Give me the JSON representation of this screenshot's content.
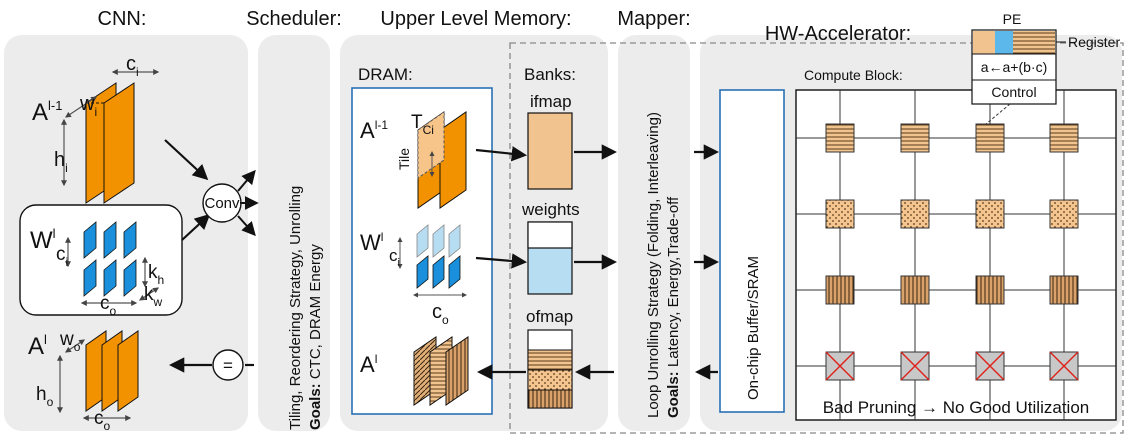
{
  "headers": {
    "cnn": "CNN:",
    "scheduler": "Scheduler:",
    "upper_memory": "Upper Level Memory:",
    "mapper": "Mapper:",
    "hw_accelerator": "HW-Accelerator:"
  },
  "cnn": {
    "input_activation": {
      "base": "A",
      "sup": "l-1"
    },
    "weights": {
      "base": "W",
      "sup": "l"
    },
    "output_activation": {
      "base": "A",
      "sup": "l"
    },
    "dims": {
      "ci": {
        "base": "c",
        "sub": "i"
      },
      "wi": {
        "base": "w",
        "sub": "i"
      },
      "hi": {
        "base": "h",
        "sub": "i"
      },
      "kh": {
        "base": "k",
        "sub": "h"
      },
      "kw": {
        "base": "k",
        "sub": "w"
      },
      "co": {
        "base": "c",
        "sub": "o"
      },
      "wo": {
        "base": "w",
        "sub": "o"
      },
      "ho": {
        "base": "h",
        "sub": "o"
      }
    },
    "conv_label": "Conv",
    "equals_label": "="
  },
  "scheduler": {
    "strategy": "Tiling, Reordering Strategy, Unrolling",
    "goals_label": "Goals:",
    "goals": " CTC, DRAM Energy"
  },
  "memory": {
    "dram_label": "DRAM:",
    "banks_label": "Banks:",
    "tile_label": "Tile",
    "tile_dim": {
      "base": "T",
      "sub": "Ci"
    },
    "bank_ifmap": "ifmap",
    "bank_weights": "weights",
    "bank_ofmap": "ofmap"
  },
  "mapper": {
    "strategy": "Loop Unrolling Strategy (Folding, Interleaving)",
    "goals_label": "Goals:",
    "goals": " Latency, Energy,Trade-off"
  },
  "hw": {
    "buffer_label": "On-chip Buffer/SRAM",
    "compute_block_label": "Compute Block:",
    "pe_label": "PE",
    "register_label": "Register",
    "pe_equation": "a←a+(b·c)",
    "control_label": "Control",
    "pruning_message": "Bad Pruning → No Good Utilization",
    "pruning_color": "#e0201b"
  },
  "colors": {
    "orange": "#f39200",
    "blue": "#1a8fdc",
    "light_blue": "#b7ddf2",
    "tan": "#f1c48f",
    "brown": "#c98d4c",
    "panel": "#ececec",
    "frame_blue": "#2a6fb6"
  }
}
